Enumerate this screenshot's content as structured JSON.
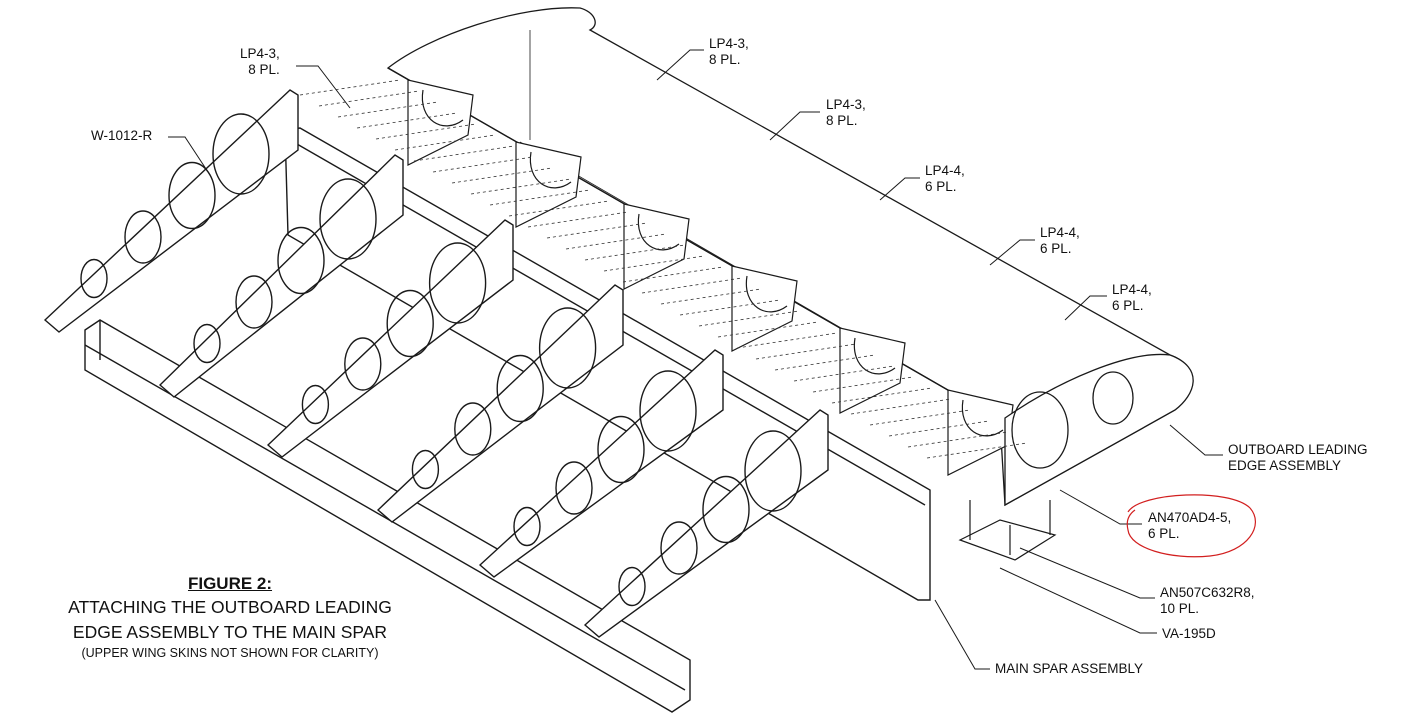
{
  "figure": {
    "title": "FIGURE 2:",
    "line1": "ATTACHING THE OUTBOARD LEADING",
    "line2": "EDGE ASSEMBLY TO THE MAIN SPAR",
    "note": "(UPPER WING SKINS NOT SHOWN FOR CLARITY)"
  },
  "callouts": {
    "lp43_a": "LP4-3,\n8 PL.",
    "lp43_b": "LP4-3,\n8 PL.",
    "lp43_c": "LP4-3,\n8 PL.",
    "lp44_a": "LP4-4,\n6 PL.",
    "lp44_b": "LP4-4,\n6 PL.",
    "lp44_c": "LP4-4,\n6 PL.",
    "w1012r": "W-1012-R",
    "outboard": "OUTBOARD LEADING\nEDGE ASSEMBLY",
    "an470": "AN470AD4-5,\n6 PL.",
    "an507": "AN507C632R8,\n10 PL.",
    "va195d": "VA-195D",
    "main_spar": "MAIN SPAR ASSEMBLY"
  },
  "colors": {
    "ink": "#1a1a1a",
    "highlight": "#d21f1f",
    "background": "#ffffff"
  }
}
